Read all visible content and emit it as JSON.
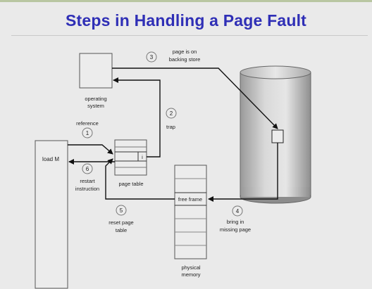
{
  "title": "Steps in Handling a Page Fault",
  "labels": {
    "os": [
      "operating",
      "system"
    ],
    "load": "load M",
    "page_table": "page table",
    "free_frame": "free frame",
    "physical_memory": [
      "physical",
      "memory"
    ],
    "valid_bit": "i"
  },
  "steps": [
    {
      "num": "1",
      "lines": [
        "reference"
      ]
    },
    {
      "num": "2",
      "lines": [
        "trap"
      ]
    },
    {
      "num": "3",
      "lines": [
        "page is on",
        "backing store"
      ]
    },
    {
      "num": "4",
      "lines": [
        "bring in",
        "missing page"
      ]
    },
    {
      "num": "5",
      "lines": [
        "reset page",
        "table"
      ]
    },
    {
      "num": "6",
      "lines": [
        "restart",
        "instruction"
      ]
    }
  ]
}
